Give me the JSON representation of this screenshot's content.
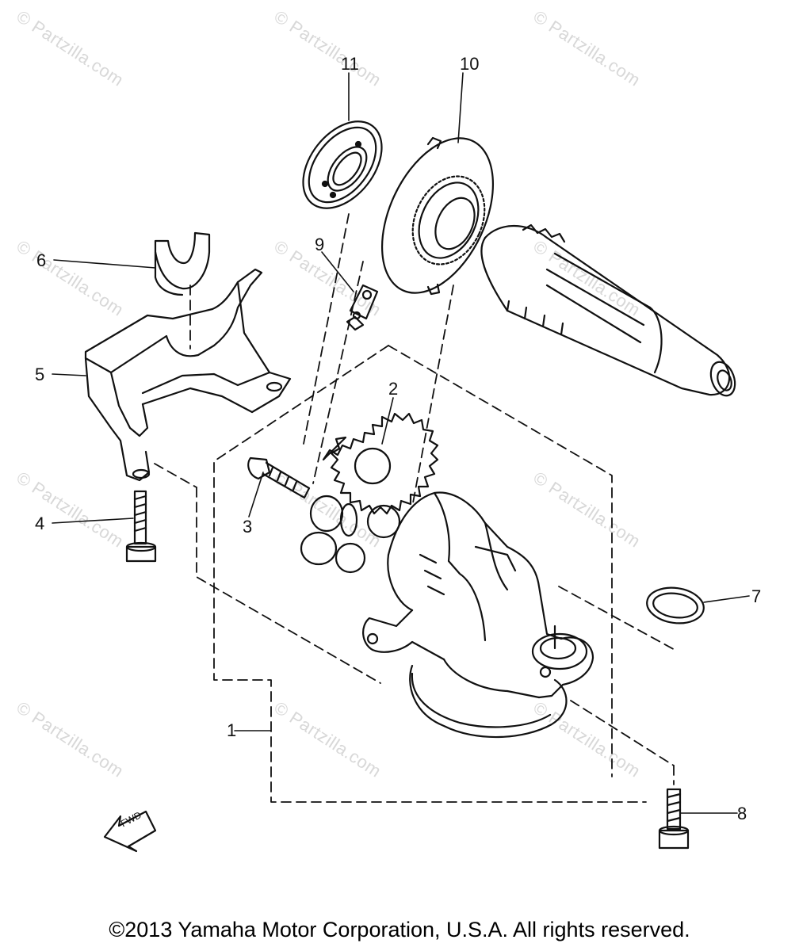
{
  "watermark": "© Partzilla.com",
  "callouts": {
    "c1": "1",
    "c2": "2",
    "c3": "3",
    "c4": "4",
    "c5": "5",
    "c6": "6",
    "c7": "7",
    "c8": "8",
    "c9": "9",
    "c10": "10",
    "c11": "11"
  },
  "fwd_label": "FWD",
  "copyright": "©2013  Yamaha Motor Corporation, U.S.A. All rights reserved."
}
